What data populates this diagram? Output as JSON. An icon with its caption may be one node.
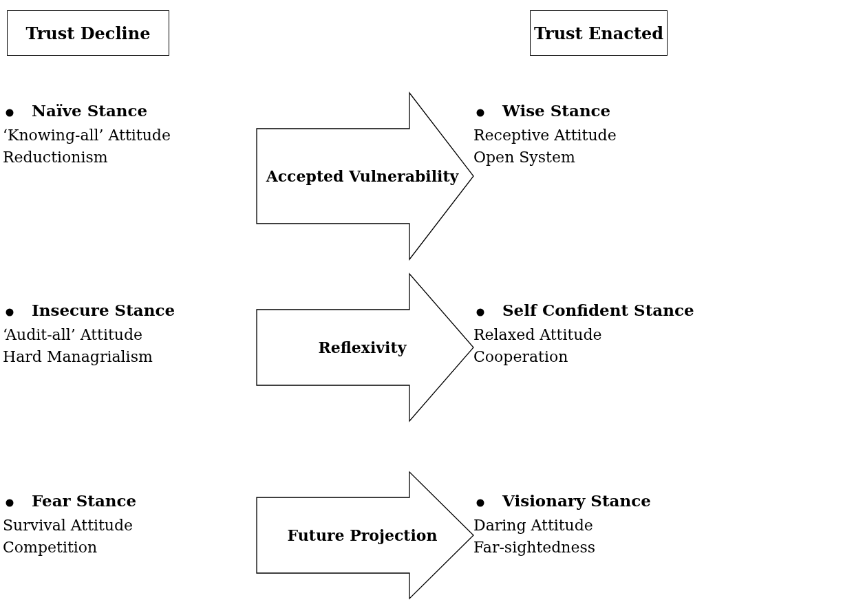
{
  "diagram": {
    "nodes": [
      {
        "text": [
          "Trust Decline"
        ]
      },
      {
        "text": [
          "Trust Enacted"
        ]
      },
      {
        "text": [
          "Naïve Stance",
          "‘Knowing-all’ Attitude",
          "Reductionism"
        ]
      },
      {
        "text": [
          "Wise Stance",
          "Receptive Attitude",
          "Open System"
        ]
      },
      {
        "text": [
          "Insecure Stance",
          "‘Audit-all’ Attitude",
          "Hard Managrialism"
        ]
      },
      {
        "text": [
          "Self Confident Stance",
          "Relaxed Attitude",
          "Cooperation"
        ]
      },
      {
        "text": [
          "Fear Stance",
          "Survival Attitude",
          "Competition"
        ]
      },
      {
        "text": [
          "Visionary Stance",
          "Daring Attitude",
          "Far-sightedness"
        ]
      }
    ],
    "edges": [
      {
        "from": 2,
        "to": 3,
        "arrow": "to",
        "label": "Accepted Vulnerability"
      },
      {
        "from": 4,
        "to": 5,
        "arrow": "to",
        "label": "Reflexivity"
      },
      {
        "from": 6,
        "to": 7,
        "arrow": "to",
        "label": "Future Projection"
      }
    ]
  }
}
